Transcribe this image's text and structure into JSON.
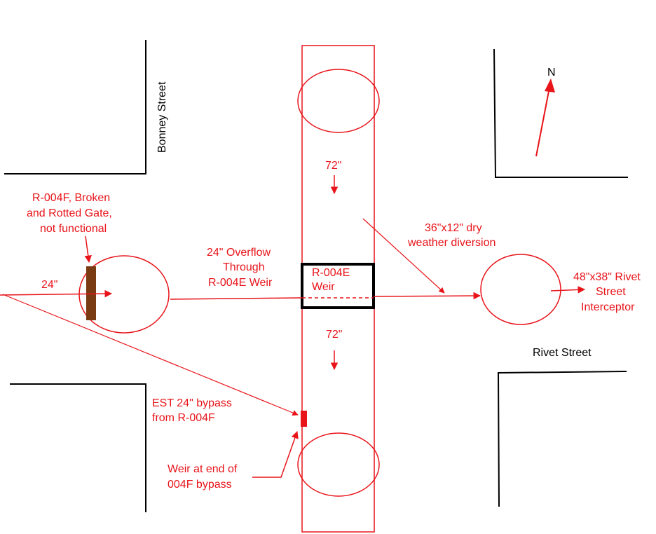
{
  "streets": {
    "bonney": "Bonney Street",
    "rivet": "Rivet Street"
  },
  "compass": {
    "label": "N"
  },
  "labels": {
    "gate_line1": "R-004F, Broken",
    "gate_line2": "and Rotted Gate,",
    "gate_line3": "not functional",
    "pipe_24": "24\"",
    "overflow_line1": "24\" Overflow",
    "overflow_line2": "Through",
    "overflow_line3": "R-004E Weir",
    "weir_line1": "R-004E",
    "weir_line2": "Weir",
    "pipe_72_top": "72\"",
    "pipe_72_bottom": "72\"",
    "diversion_line1": "36\"x12\" dry",
    "diversion_line2": "weather diversion",
    "interceptor_line1": "48\"x38\" Rivet",
    "interceptor_line2": "Street",
    "interceptor_line3": "Interceptor",
    "bypass_line1": "EST 24\" bypass",
    "bypass_line2": "from R-004F",
    "bypass_weir_line1": "Weir at end of",
    "bypass_weir_line2": "004F bypass"
  },
  "colors": {
    "accent": "#e8141a",
    "street_lines": "#000000",
    "gate": "#7a3a12"
  }
}
